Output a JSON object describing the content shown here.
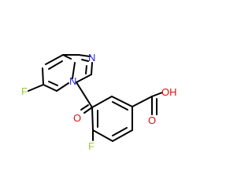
{
  "molecule": {
    "atoms": {
      "F": "F",
      "N": "N",
      "O": "O",
      "OH": "OH"
    }
  },
  "colors": {
    "bond": "#000000",
    "fluorine": "#9acd32",
    "nitrogen": "#1e1ee6",
    "oxygen": "#e01010"
  }
}
